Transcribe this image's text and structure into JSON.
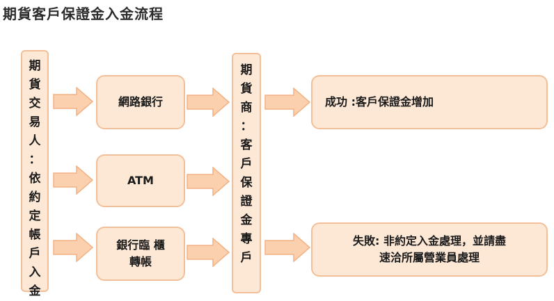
{
  "title": "期貨客戶保證金入金流程",
  "left_box": {
    "chars": [
      "期",
      "貨",
      "交",
      "易",
      "人",
      "：",
      "依",
      "約",
      "定",
      "帳",
      "戶",
      "入",
      "金"
    ]
  },
  "methods": [
    {
      "label": "網路銀行"
    },
    {
      "label": "ATM"
    },
    {
      "lines": [
        "銀行臨 櫃",
        "轉帳"
      ]
    }
  ],
  "middle_box": {
    "chars": [
      "期",
      "貨",
      "商",
      "：",
      "客",
      "戶",
      "保",
      "證",
      "金",
      "專",
      "戶"
    ]
  },
  "outcomes": {
    "success": {
      "label": "成功 :客戶保證金增加"
    },
    "failure": {
      "lines": [
        "失敗: 非約定入金處理，並請盡",
        "速洽所屬營業員處理"
      ]
    }
  },
  "colors": {
    "box_fill": "#fde8d6",
    "box_border": "#f2bf98",
    "arrow_fill": "#fbd0ae",
    "arrow_border": "#f2b183"
  }
}
